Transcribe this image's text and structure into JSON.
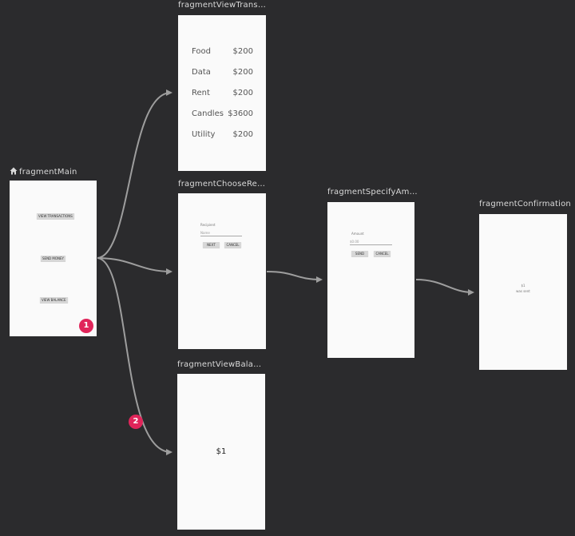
{
  "colors": {
    "canvas": "#2b2b2d",
    "fragment": "#fafafa",
    "arrow": "#9e9e9e",
    "badge": "#e0255a",
    "title": "#d9d9d9"
  },
  "fragments": {
    "main": {
      "title": "fragmentMain",
      "start_icon": "home-icon",
      "buttons": {
        "view_transactions": "VIEW TRANSACTIONS",
        "send_money": "SEND MONEY",
        "view_balance": "VIEW BALANCE"
      },
      "badge": "1"
    },
    "view_transactions": {
      "title": "fragmentViewTransact...",
      "rows": [
        {
          "name": "Food",
          "amount": "$200"
        },
        {
          "name": "Data",
          "amount": "$200"
        },
        {
          "name": "Rent",
          "amount": "$200"
        },
        {
          "name": "Candles",
          "amount": "$3600"
        },
        {
          "name": "Utility",
          "amount": "$200"
        }
      ]
    },
    "choose_recipient": {
      "title": "fragmentChooseRecipi...",
      "label": "Recipient",
      "placeholder": "Name",
      "buttons": {
        "next": "NEXT",
        "cancel": "CANCEL"
      }
    },
    "view_balance": {
      "title": "fragmentViewBalance",
      "balance": "$1"
    },
    "specify_amount": {
      "title": "fragmentSpecifyAmount",
      "label": "Amount",
      "placeholder": "$0.00",
      "buttons": {
        "send": "SEND",
        "cancel": "CANCEL"
      }
    },
    "confirmation": {
      "title": "fragmentConfirmation",
      "amount": "$1",
      "message": "was sent"
    }
  },
  "badges": {
    "action_2": "2"
  }
}
